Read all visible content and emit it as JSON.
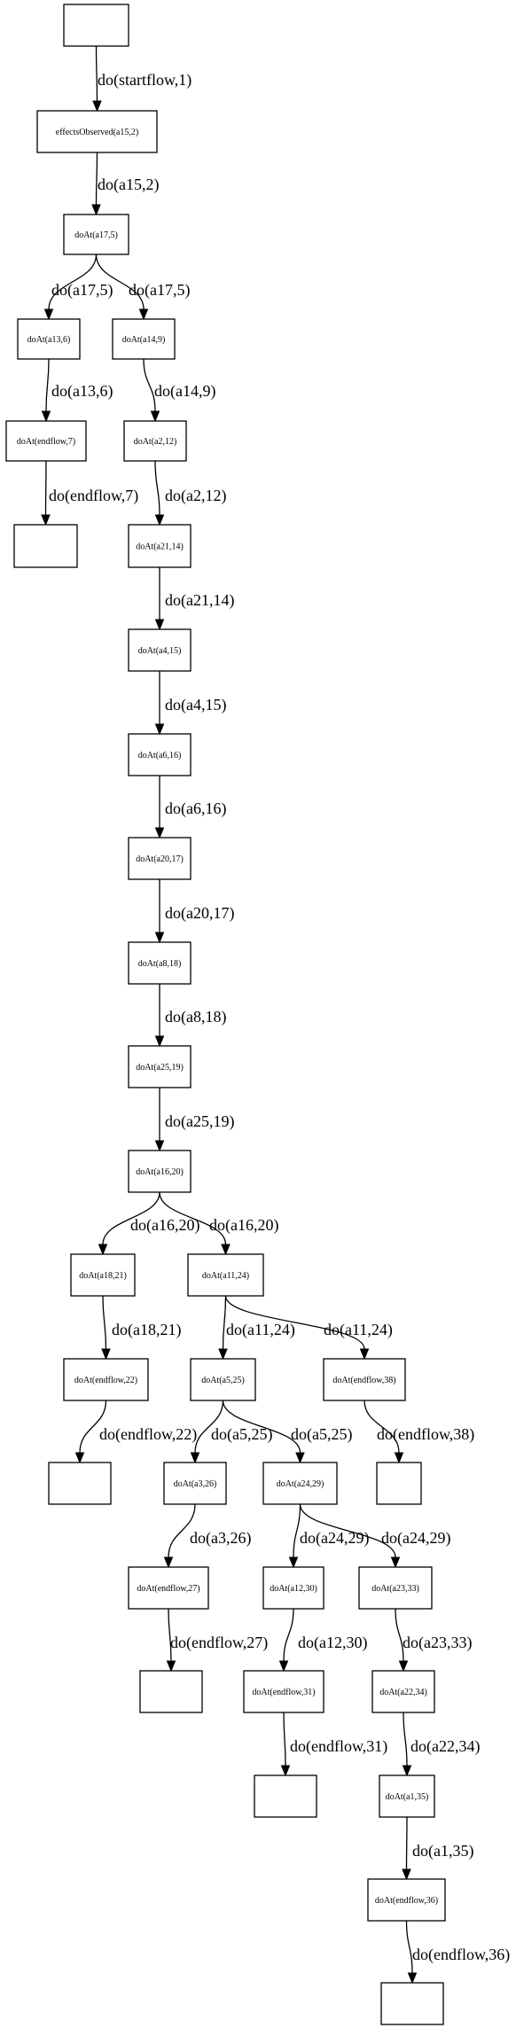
{
  "nodes": [
    {
      "id": "start",
      "label": ""
    },
    {
      "id": "n1",
      "label": "effectsObserved(a15,2)"
    },
    {
      "id": "n2",
      "label": "doAt(a17,5)"
    },
    {
      "id": "n3",
      "label": "doAt(a13,6)"
    },
    {
      "id": "n4",
      "label": "doAt(a14,9)"
    },
    {
      "id": "n5",
      "label": "doAt(endflow,7)"
    },
    {
      "id": "n6",
      "label": "doAt(a2,12)"
    },
    {
      "id": "e7",
      "label": ""
    },
    {
      "id": "n7",
      "label": "doAt(a21,14)"
    },
    {
      "id": "n8",
      "label": "doAt(a4,15)"
    },
    {
      "id": "n9",
      "label": "doAt(a6,16)"
    },
    {
      "id": "n10",
      "label": "doAt(a20,17)"
    },
    {
      "id": "n11",
      "label": "doAt(a8,18)"
    },
    {
      "id": "n12",
      "label": "doAt(a25,19)"
    },
    {
      "id": "n13",
      "label": "doAt(a16,20)"
    },
    {
      "id": "n14",
      "label": "doAt(a18,21)"
    },
    {
      "id": "n15",
      "label": "doAt(a11,24)"
    },
    {
      "id": "n16",
      "label": "doAt(endflow,22)"
    },
    {
      "id": "n17",
      "label": "doAt(a5,25)"
    },
    {
      "id": "n18",
      "label": "doAt(endflow,38)"
    },
    {
      "id": "e22",
      "label": ""
    },
    {
      "id": "n19",
      "label": "doAt(a3,26)"
    },
    {
      "id": "n20",
      "label": "doAt(a24,29)"
    },
    {
      "id": "e38",
      "label": ""
    },
    {
      "id": "n21",
      "label": "doAt(endflow,27)"
    },
    {
      "id": "n22",
      "label": "doAt(a12,30)"
    },
    {
      "id": "n23",
      "label": "doAt(a23,33)"
    },
    {
      "id": "e27",
      "label": ""
    },
    {
      "id": "n24",
      "label": "doAt(endflow,31)"
    },
    {
      "id": "n25",
      "label": "doAt(a22,34)"
    },
    {
      "id": "e31",
      "label": ""
    },
    {
      "id": "n26",
      "label": "doAt(a1,35)"
    },
    {
      "id": "n27",
      "label": "doAt(endflow,36)"
    },
    {
      "id": "e36",
      "label": ""
    }
  ],
  "edges": [
    {
      "from": "start",
      "to": "n1",
      "label": "do(startflow,1)"
    },
    {
      "from": "n1",
      "to": "n2",
      "label": "do(a15,2)"
    },
    {
      "from": "n2",
      "to": "n3",
      "label": "do(a17,5)"
    },
    {
      "from": "n2",
      "to": "n4",
      "label": "do(a17,5)"
    },
    {
      "from": "n3",
      "to": "n5",
      "label": "do(a13,6)"
    },
    {
      "from": "n4",
      "to": "n6",
      "label": "do(a14,9)"
    },
    {
      "from": "n5",
      "to": "e7",
      "label": "do(endflow,7)"
    },
    {
      "from": "n6",
      "to": "n7",
      "label": "do(a2,12)"
    },
    {
      "from": "n7",
      "to": "n8",
      "label": "do(a21,14)"
    },
    {
      "from": "n8",
      "to": "n9",
      "label": "do(a4,15)"
    },
    {
      "from": "n9",
      "to": "n10",
      "label": "do(a6,16)"
    },
    {
      "from": "n10",
      "to": "n11",
      "label": "do(a20,17)"
    },
    {
      "from": "n11",
      "to": "n12",
      "label": "do(a8,18)"
    },
    {
      "from": "n12",
      "to": "n13",
      "label": "do(a25,19)"
    },
    {
      "from": "n13",
      "to": "n14",
      "label": "do(a16,20)"
    },
    {
      "from": "n13",
      "to": "n15",
      "label": "do(a16,20)"
    },
    {
      "from": "n14",
      "to": "n16",
      "label": "do(a18,21)"
    },
    {
      "from": "n15",
      "to": "n17",
      "label": "do(a11,24)"
    },
    {
      "from": "n15",
      "to": "n18",
      "label": "do(a11,24)"
    },
    {
      "from": "n16",
      "to": "e22",
      "label": "do(endflow,22)"
    },
    {
      "from": "n17",
      "to": "n19",
      "label": "do(a5,25)"
    },
    {
      "from": "n17",
      "to": "n20",
      "label": "do(a5,25)"
    },
    {
      "from": "n18",
      "to": "e38",
      "label": "do(endflow,38)"
    },
    {
      "from": "n19",
      "to": "n21",
      "label": "do(a3,26)"
    },
    {
      "from": "n20",
      "to": "n22",
      "label": "do(a24,29)"
    },
    {
      "from": "n20",
      "to": "n23",
      "label": "do(a24,29)"
    },
    {
      "from": "n21",
      "to": "e27",
      "label": "do(endflow,27)"
    },
    {
      "from": "n22",
      "to": "n24",
      "label": "do(a12,30)"
    },
    {
      "from": "n23",
      "to": "n25",
      "label": "do(a23,33)"
    },
    {
      "from": "n24",
      "to": "e31",
      "label": "do(endflow,31)"
    },
    {
      "from": "n25",
      "to": "n26",
      "label": "do(a22,34)"
    },
    {
      "from": "n26",
      "to": "n27",
      "label": "do(a1,35)"
    },
    {
      "from": "n27",
      "to": "e36",
      "label": "do(endflow,36)"
    }
  ]
}
